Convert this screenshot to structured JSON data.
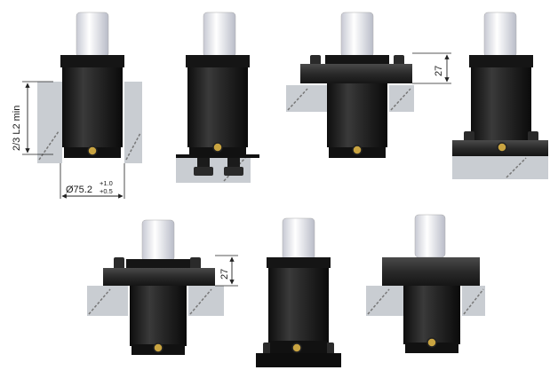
{
  "dimensions": {
    "insertion_depth": "2/3 L2 min",
    "bore_diameter": "Ø75.2",
    "tolerance_upper": "+1.0",
    "tolerance_lower": "+0.5",
    "flange_height_a": "27",
    "flange_height_b": "27"
  },
  "colors": {
    "body": "#1c1c1c",
    "rod": "#e6e6ee",
    "rod_edge": "#c8102e",
    "plate": "#c9cdd2",
    "hatch": "#777777",
    "dim_line": "#222222"
  }
}
